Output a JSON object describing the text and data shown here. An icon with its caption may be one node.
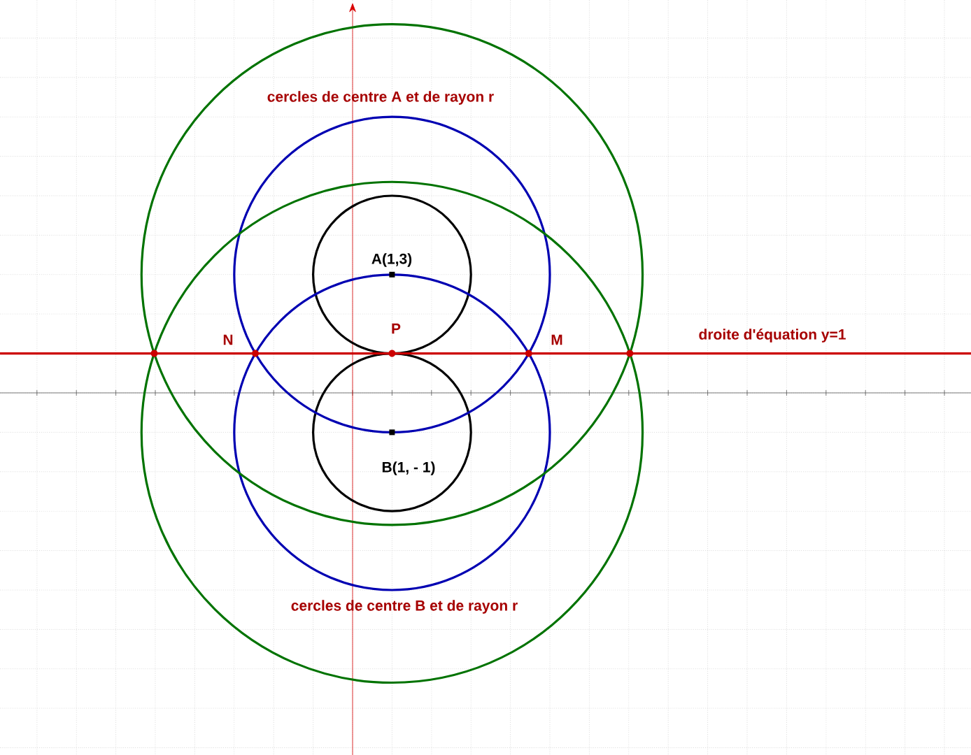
{
  "diagram": {
    "labels": [
      "cercles de centre A et de rayon r",
      "A(1,3)",
      "N",
      "P",
      "M",
      "droite d'équation y=1",
      "B(1, - 1)",
      "cercles de centre B et de rayon r"
    ]
  }
}
